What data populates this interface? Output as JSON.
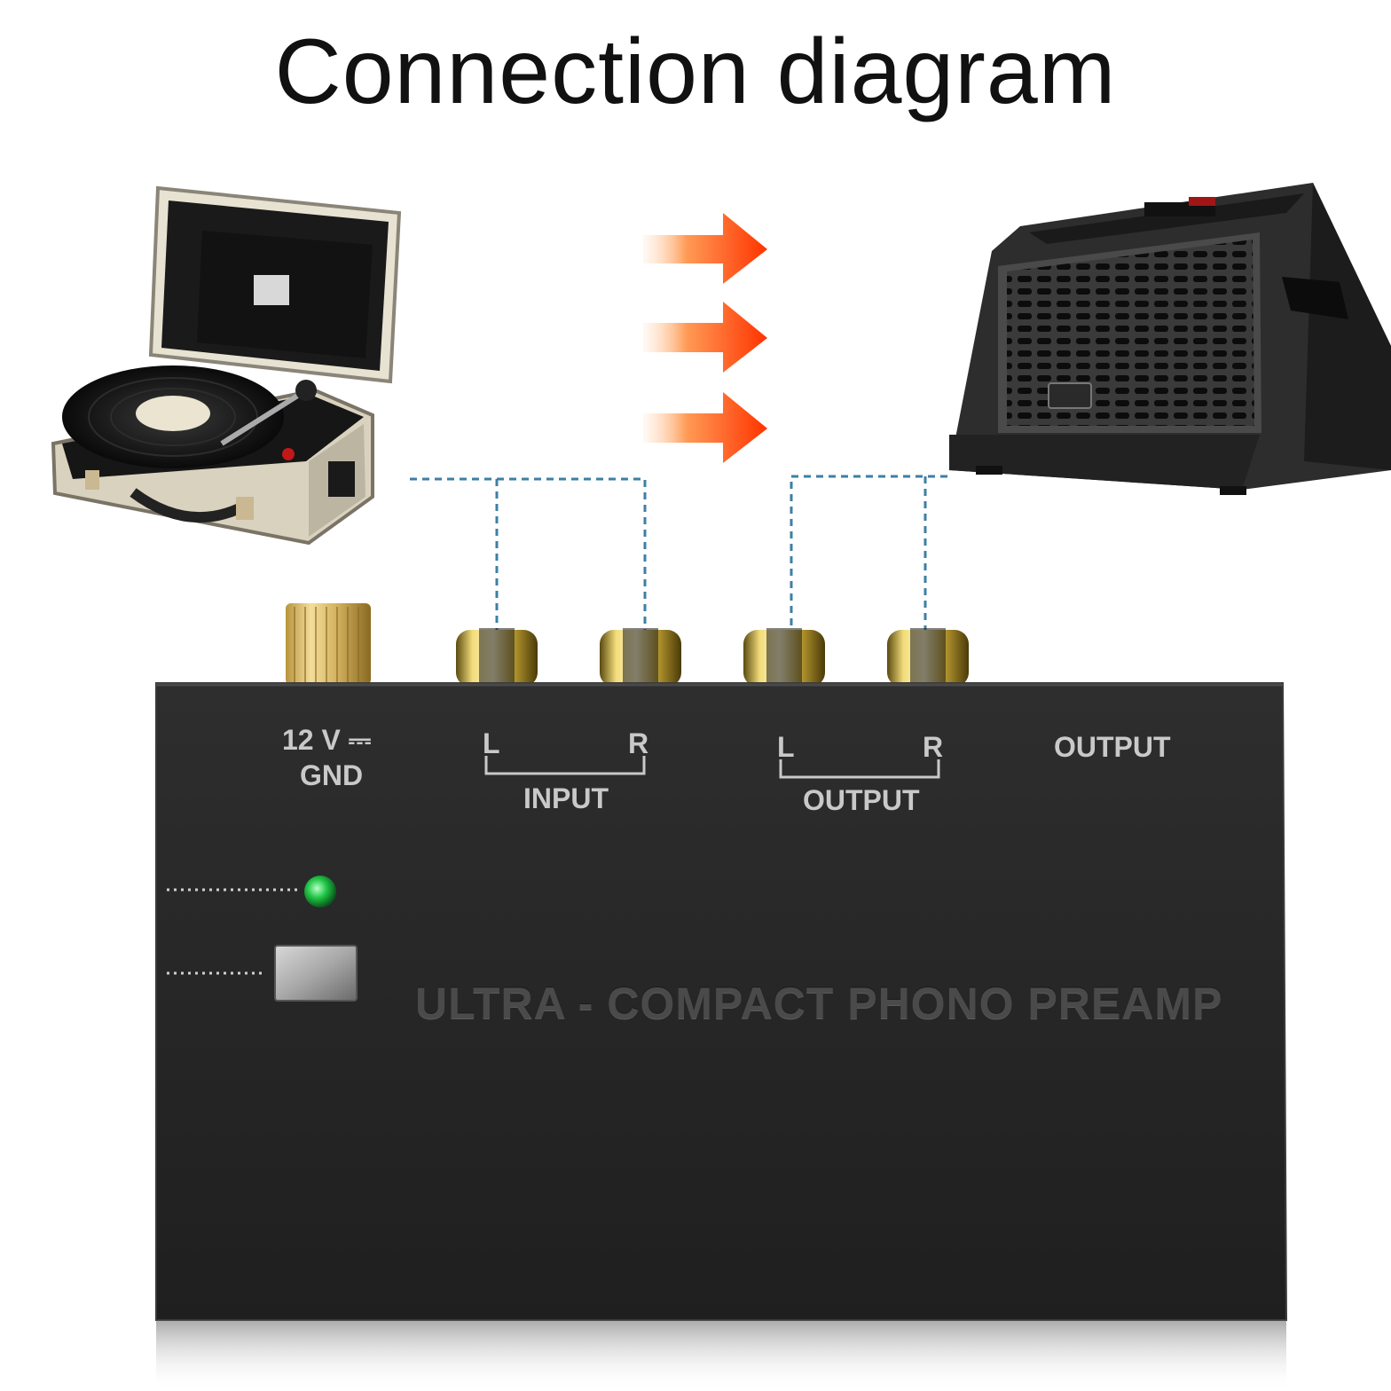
{
  "title": "Connection diagram",
  "panel": {
    "power_label": "12 V",
    "power_symbol": "⎓",
    "gnd_label": "GND",
    "input_left": "L",
    "input_right": "R",
    "input_label": "INPUT",
    "output_left": "L",
    "output_right": "R",
    "output_label": "OUTPUT",
    "output_label_2": "OUTPUT",
    "brand_text": "ULTRA - COMPACT PHONO PREAMP"
  },
  "colors": {
    "arrow_start": "#ffd2a6",
    "arrow_end": "#ff3a00",
    "dash_line": "#3d7fa6",
    "led": "#21c646",
    "panel": "#262626"
  }
}
